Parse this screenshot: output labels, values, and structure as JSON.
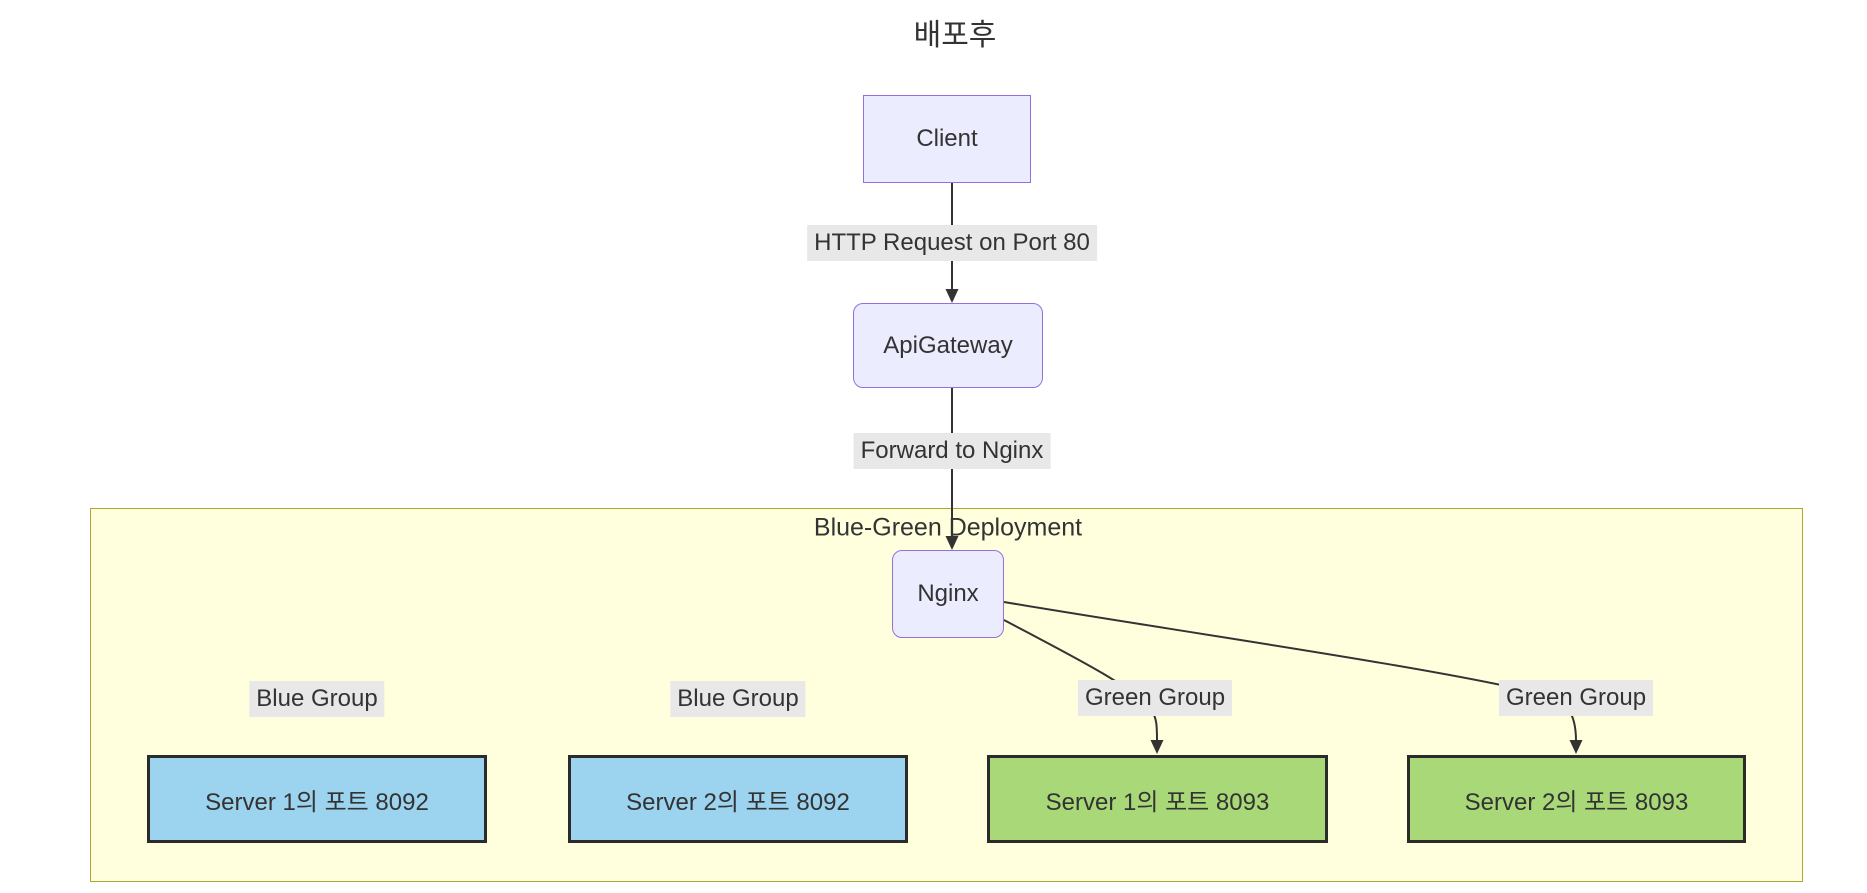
{
  "diagram": {
    "title": "배포후",
    "cluster": {
      "label": "Blue-Green Deployment"
    },
    "nodes": {
      "client": {
        "label": "Client"
      },
      "api_gateway": {
        "label": "ApiGateway"
      },
      "nginx": {
        "label": "Nginx"
      },
      "blue_server_1": {
        "label": "Server 1의 포트 8092"
      },
      "blue_server_2": {
        "label": "Server 2의 포트 8092"
      },
      "green_server_1": {
        "label": "Server 1의 포트 8093"
      },
      "green_server_2": {
        "label": "Server 2의 포트 8093"
      }
    },
    "edge_labels": {
      "client_to_gateway": {
        "label": "HTTP Request on Port 80"
      },
      "gateway_to_nginx": {
        "label": "Forward to Nginx"
      },
      "blue_group_1": {
        "label": "Blue Group"
      },
      "blue_group_2": {
        "label": "Blue Group"
      },
      "green_group_1": {
        "label": "Green Group"
      },
      "green_group_2": {
        "label": "Green Group"
      }
    },
    "colors": {
      "node_fill": "#ECECFF",
      "node_border": "#9370DB",
      "blue_server_fill": "#9CD3EE",
      "green_server_fill": "#A8D878",
      "server_border": "#2B2B2B",
      "cluster_fill": "#FFFFDE",
      "cluster_border": "#AAAA33",
      "edge_label_bg": "#E8E8E8",
      "edge_stroke": "#333333",
      "text": "#333333",
      "page_bg": "#FFFFFF"
    }
  }
}
